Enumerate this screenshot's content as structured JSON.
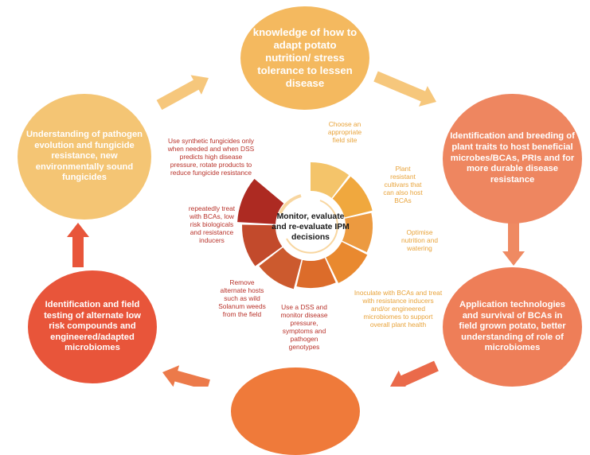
{
  "center": {
    "label": "Monitor, evaluate and re-evaluate IPM decisions"
  },
  "outer_nodes": [
    {
      "id": "top",
      "text": "knowledge of how to adapt potato nutrition/ stress tolerance to lessen disease",
      "color": "#f4b95f"
    },
    {
      "id": "right-top",
      "text": "Identification and breeding of plant traits to host beneficial microbes/BCAs, PRIs and for more  durable disease resistance",
      "color": "#ee8660"
    },
    {
      "id": "right-bottom",
      "text": "Application technologies and survival of BCAs in field grown potato, better understanding of role of microbiomes",
      "color": "#ee7e58"
    },
    {
      "id": "left-bottom",
      "text": "Identification and field testing of alternate low risk compounds and engineered/adapted microbiomes",
      "color": "#e8553a"
    },
    {
      "id": "left-top",
      "text": "Understanding of pathogen evolution and fungicide resistance, new environmentally sound fungicides",
      "color": "#f4c574"
    },
    {
      "id": "bottom",
      "text": "",
      "color": "#ef7a3a"
    }
  ],
  "segments": [
    {
      "text": "Choose an appropriate field site",
      "color": "#f4c46a",
      "label_color": "#e8a33a"
    },
    {
      "text": "Plant resistant cultivars that can also host BCAs",
      "color": "#f0a83e",
      "label_color": "#e8a33a"
    },
    {
      "text": "Optimise nutrition and watering",
      "color": "#ec9a40",
      "label_color": "#e8a33a"
    },
    {
      "text": "Inoculate with BCAs and treat with resistance inducers and/or engineered microbiomes to support overall plant health",
      "color": "#e9892f",
      "label_color": "#e8a33a"
    },
    {
      "text": "Use a DSS and monitor disease pressure, symptoms and pathogen genotypes",
      "color": "#dc6c2a",
      "label_color": "#b8322a"
    },
    {
      "text": "Remove alternate hosts such as wild Solanum weeds from the field",
      "color": "#cc5a2e",
      "label_color": "#b8322a"
    },
    {
      "text": "repeatedly treat with BCAs, low risk biologicals and resistance inducers",
      "color": "#c24a2c",
      "label_color": "#b8322a"
    },
    {
      "text": "Use synthetic fungicides only when needed and when DSS predicts high disease pressure, rotate products to reduce fungicide resistance",
      "color": "#ad2a22",
      "label_color": "#b8322a"
    }
  ],
  "arrow_color": "#f6c77c"
}
